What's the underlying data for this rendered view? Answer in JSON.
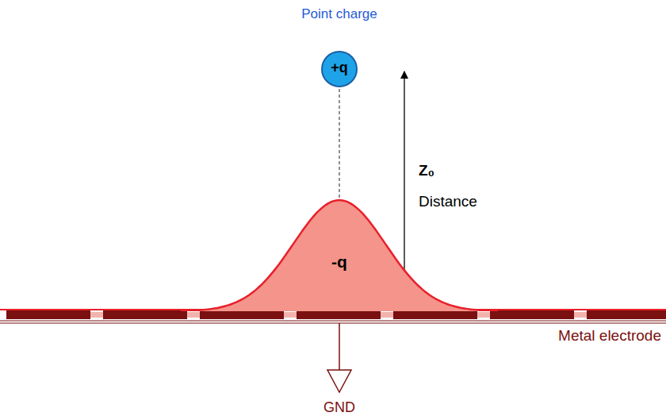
{
  "diagram": {
    "nodes": [
      {
        "text": [
          "Point charge",
          "+q"
        ]
      },
      {
        "text": [
          "-q"
        ]
      }
    ],
    "edges": [
      {
        "from": 0,
        "to": 1,
        "arrow": "none"
      }
    ],
    "labels": [
      "Z₀",
      "Distance",
      "Metal electrode",
      "GND"
    ]
  }
}
